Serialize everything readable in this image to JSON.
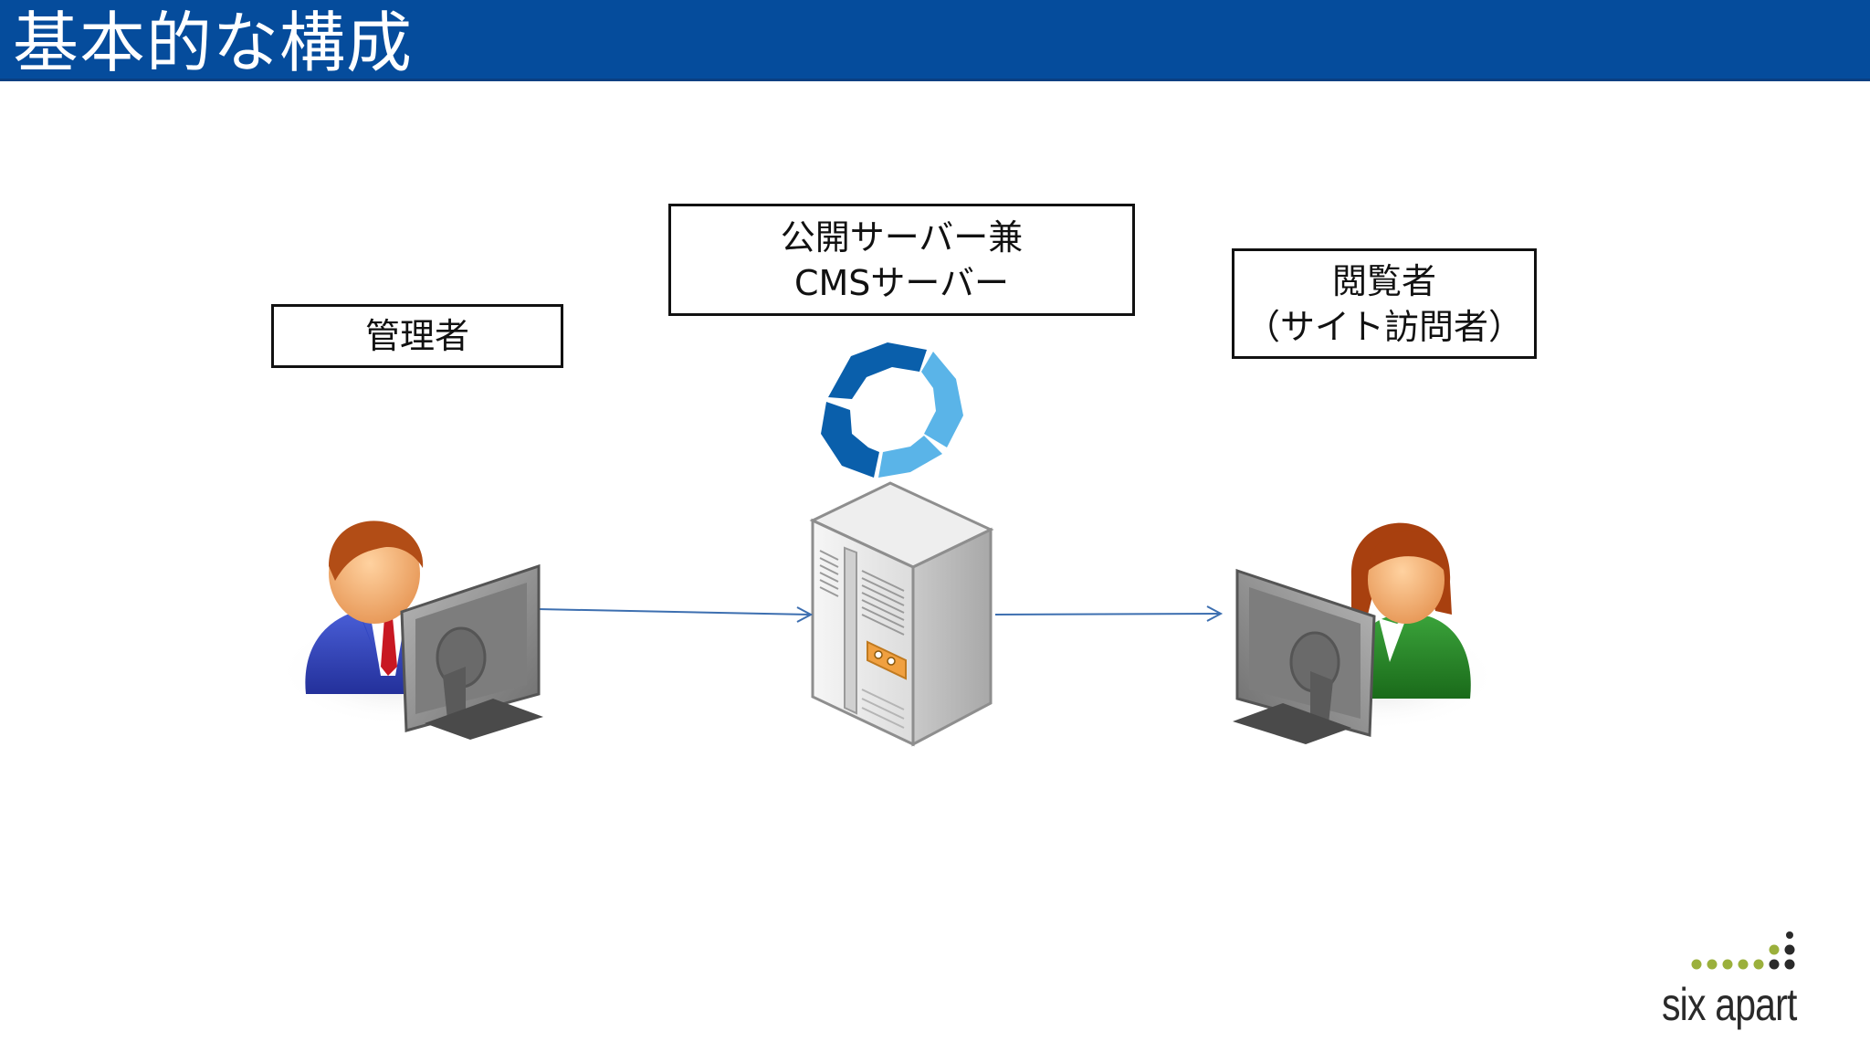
{
  "slide": {
    "title": "基本的な構成"
  },
  "labels": {
    "admin": "管理者",
    "server_line1": "公開サーバー兼",
    "server_line2": "CMSサーバー",
    "viewer_line1": "閲覧者",
    "viewer_line2": "（サイト訪問者）"
  },
  "logo": {
    "text": "six apart"
  },
  "icons": {
    "admin": "admin-user-at-computer-icon",
    "server": "server-tower-icon",
    "cms": "cms-logo-icon",
    "viewer": "visitor-user-at-computer-icon"
  },
  "colors": {
    "title_bar": "#054c9c",
    "arrow": "#3d6fb0",
    "cms_dark": "#0a5fab",
    "cms_light": "#5ab4e8",
    "logo_green": "#9bb03c"
  }
}
